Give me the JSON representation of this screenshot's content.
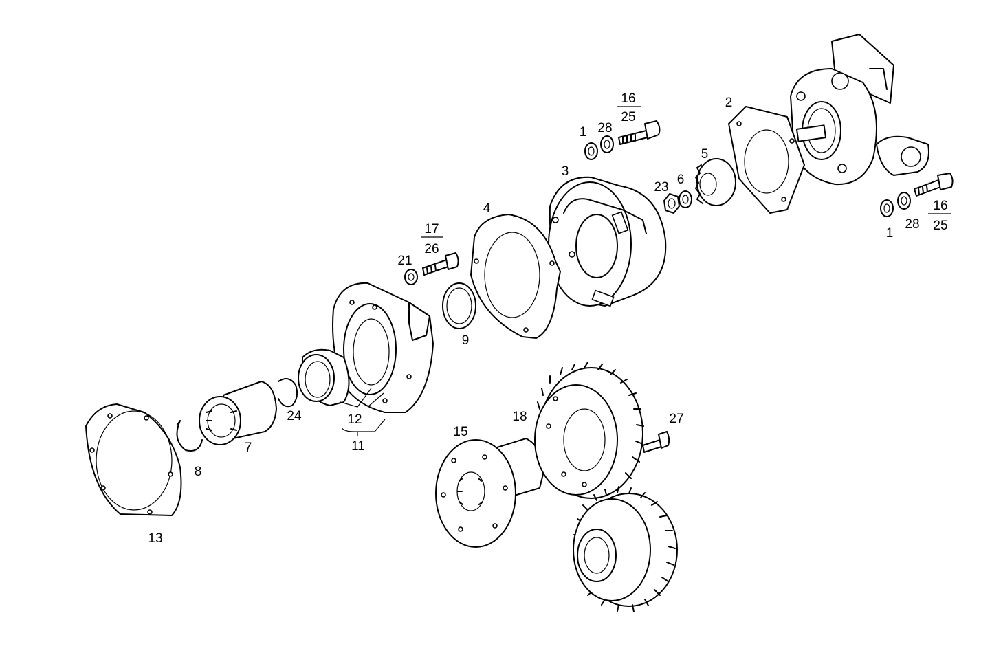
{
  "labels": {
    "p1a": "1",
    "p28a": "28",
    "p16a": "16",
    "p25a": "25",
    "p2": "2",
    "p3": "3",
    "p5": "5",
    "p6": "6",
    "p23": "23",
    "p1b": "1",
    "p28b": "28",
    "p16b": "16",
    "p25b": "25",
    "p4": "4",
    "p17": "17",
    "p26": "26",
    "p21": "21",
    "p9": "9",
    "p12": "12",
    "p11": "11",
    "p24": "24",
    "p7": "7",
    "p8": "8",
    "p13": "13",
    "p15": "15",
    "p18": "18",
    "p27": "27"
  }
}
